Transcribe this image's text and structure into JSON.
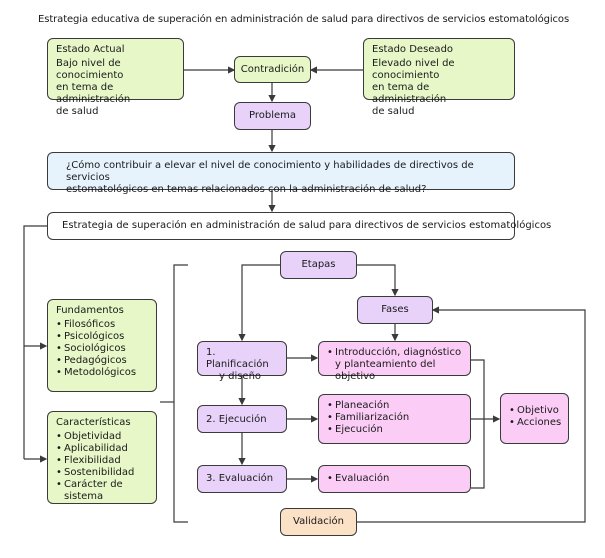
{
  "title": "Estrategia educativa de superación en administración de salud para directivos de servicios estomatológicos",
  "estado_actual": {
    "heading": "Estado Actual",
    "text_lines": [
      "Bajo nivel de conocimiento",
      "en tema de administración",
      "de salud"
    ]
  },
  "estado_deseado": {
    "heading": "Estado Deseado",
    "text_lines": [
      "Elevado nivel de conocimiento",
      "en tema de administración",
      "de salud"
    ]
  },
  "contradiccion": "Contradición",
  "problema": "Problema",
  "pregunta_lines": [
    "¿Cómo contribuir a elevar el nivel de conocimiento y habilidades de directivos de servicios",
    "estomatológicos en temas relacionados con la administración de salud?"
  ],
  "estrategia": "Estrategia de superación en administración de salud para directivos de servicios estomatológicos",
  "fundamentos": {
    "heading": "Fundamentos",
    "items": [
      "Filosóficos",
      "Psicológicos",
      "Sociológicos",
      "Pedagógicos",
      "Metodológicos"
    ]
  },
  "caracteristicas": {
    "heading": "Características",
    "items": [
      "Objetividad",
      "Aplicabilidad",
      "Flexibilidad",
      "Sostenibilidad",
      "Carácter de sistema"
    ]
  },
  "etapas": "Etapas",
  "fases": "Fases",
  "etapa_items": [
    {
      "lines": [
        "1. Planificación",
        "y diseño"
      ]
    },
    {
      "lines": [
        "2. Ejecución"
      ]
    },
    {
      "lines": [
        "3. Evaluación"
      ]
    }
  ],
  "fase_items": [
    {
      "items": [
        "Introducción, diagnóstico"
      ],
      "continuation": "y planteamiento del objetivo"
    },
    {
      "items": [
        "Planeación",
        "Familiarización",
        "Ejecución"
      ]
    },
    {
      "items": [
        "Evaluación"
      ]
    }
  ],
  "resultado": {
    "items": [
      "Objetivo",
      "Acciones"
    ]
  },
  "validacion": "Validación",
  "colors": {
    "green": "#e7f7c8",
    "purple": "#e9d2fa",
    "pink": "#fbcdf6",
    "blue": "#e6f3fc",
    "orange": "#fbe1c6",
    "line": "#3a3a3a"
  }
}
